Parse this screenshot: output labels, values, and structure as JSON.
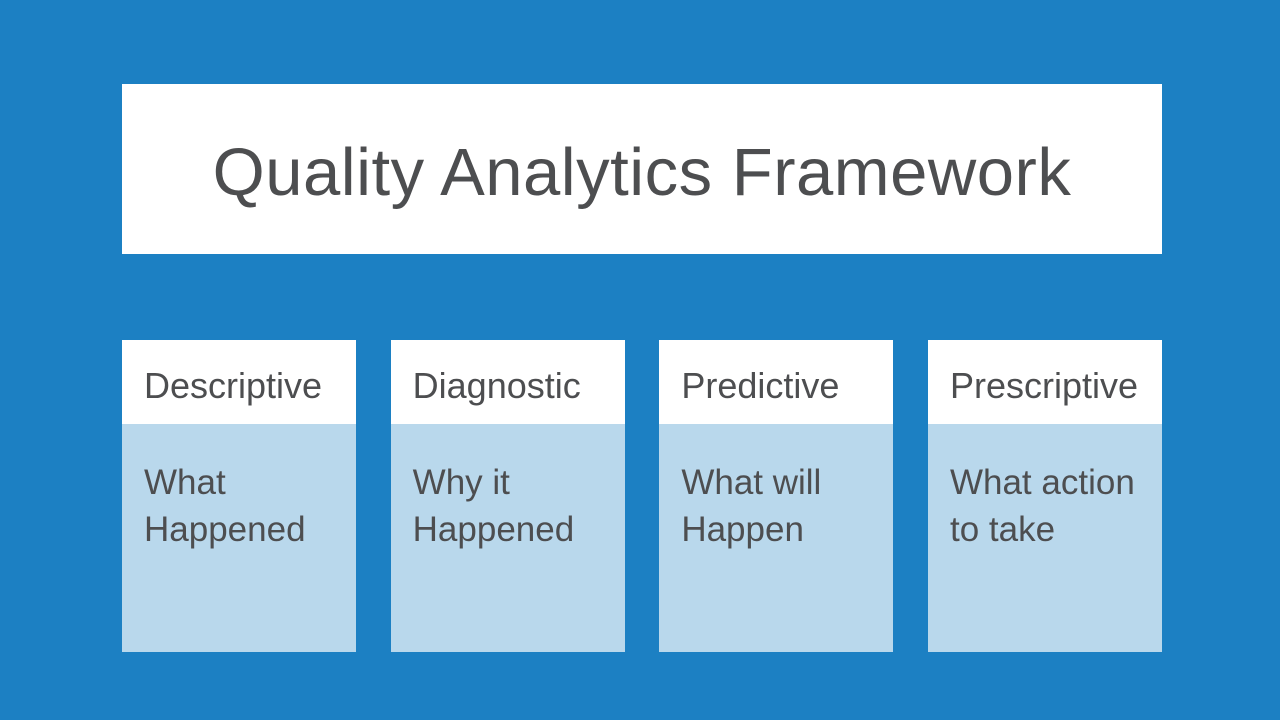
{
  "theme": {
    "background": "#1C80C3",
    "title_bg": "#FFFFFF",
    "card_header_bg": "#FFFFFF",
    "card_body_bg": "#B9D8EC",
    "text_color": "#4D4E50"
  },
  "slide": {
    "title": "Quality Analytics Framework",
    "cards": [
      {
        "title": "Descriptive",
        "description": "What Happened"
      },
      {
        "title": "Diagnostic",
        "description": "Why it Happened"
      },
      {
        "title": "Predictive",
        "description": "What will Happen"
      },
      {
        "title": "Prescriptive",
        "description": "What action to take"
      }
    ]
  }
}
